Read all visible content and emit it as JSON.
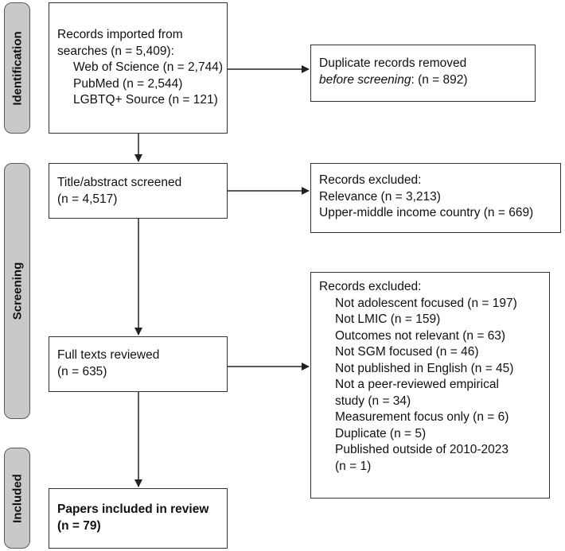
{
  "stages": {
    "identification": "Identification",
    "screening": "Screening",
    "included": "Included"
  },
  "imported": {
    "heading_line1": "Records imported from",
    "heading_line2": "searches (n = 5,409):",
    "sources": [
      "Web of Science (n = 2,744)",
      "PubMed (n = 2,544)",
      "LGBTQ+ Source (n = 121)"
    ]
  },
  "duplicates": {
    "line1": "Duplicate records removed",
    "line2_italic": "before screening",
    "line2_rest": ": (n = 892)"
  },
  "title_screened": {
    "line1": "Title/abstract screened",
    "line2": "(n = 4,517)"
  },
  "excluded_title": {
    "heading": "Records excluded:",
    "items": [
      "Relevance (n = 3,213)",
      "Upper-middle income country (n = 669)"
    ]
  },
  "full_texts": {
    "line1": "Full texts reviewed",
    "line2": "(n = 635)"
  },
  "excluded_full": {
    "heading": "Records excluded:",
    "items": [
      "Not adolescent focused (n = 197)",
      "Not LMIC (n = 159)",
      "Outcomes not relevant (n = 63)",
      "Not SGM focused (n = 46)",
      "Not published in English (n = 45)",
      "Not a peer-reviewed empirical",
      "study (n = 34)",
      "Measurement focus only (n = 6)",
      "Duplicate (n = 5)",
      "Published outside of 2010-2023",
      "(n = 1)"
    ]
  },
  "included_box": {
    "line1": "Papers included in review",
    "line2": "(n = 79)"
  },
  "colors": {
    "stage_fill": "#c9c9c9",
    "stage_border": "#5a5a5a",
    "box_border": "#333333",
    "arrow": "#222222"
  }
}
